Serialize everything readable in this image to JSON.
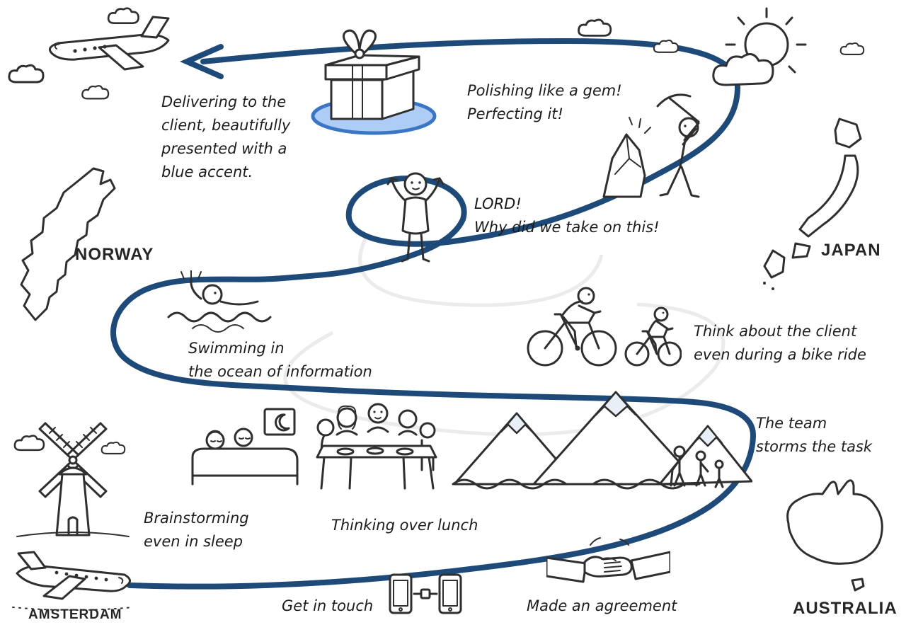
{
  "colors": {
    "path": "#1d4a78",
    "ink": "#2f2f2f",
    "accent_fill": "#aecdf6",
    "accent_stroke": "#3a76c4",
    "snow": "#e9eff6",
    "echo": "#dadada"
  },
  "captions": {
    "delivering": {
      "lines": [
        "Delivering to the",
        "client, beautifully",
        "presented with a",
        "blue accent."
      ]
    },
    "polishing": {
      "lines": [
        "Polishing like a gem!",
        "Perfecting it!"
      ]
    },
    "lord": {
      "lines": [
        "LORD!",
        "Why did we take on this!"
      ]
    },
    "swimming": {
      "lines": [
        "Swimming in",
        "the ocean of information"
      ]
    },
    "bike_ride": {
      "lines": [
        "Think about the client",
        "even during a bike ride"
      ]
    },
    "team": {
      "lines": [
        "The team",
        "storms the task"
      ]
    },
    "sleep": {
      "lines": [
        "Brainstorming",
        "even in sleep"
      ]
    },
    "lunch": {
      "lines": [
        "Thinking over lunch"
      ]
    },
    "touch": {
      "lines": [
        "Get in touch"
      ]
    },
    "agreement": {
      "lines": [
        "Made an agreement"
      ]
    }
  },
  "places": {
    "norway": "NORWAY",
    "japan": "JAPAN",
    "amsterdam": "AMSTERDAM",
    "australia": "AUSTRALIA"
  },
  "icons": {
    "journey_path": "journey-path-arrow",
    "plane_top": "airplane-flying-icon",
    "plane_bottom": "airplane-airport-icon",
    "gift": "gift-box-on-blue-stand-icon",
    "sun": "sun-behind-cloud-icon",
    "cloud": "cloud-icon",
    "celebrant": "person-celebrating-icon",
    "miner": "person-mining-gem-icon",
    "swimmer": "person-swimming-icon",
    "cyclists": "adult-and-child-cycling-icon",
    "mountains": "mountains-with-hikers-icon",
    "windmill": "windmill-icon",
    "sleep": "couple-sleeping-icon",
    "lunch": "team-lunch-table-icon",
    "handshake": "handshake-icon",
    "phones": "connected-phones-icon",
    "map_norway": "norway-map-icon",
    "map_japan": "japan-map-icon",
    "map_australia": "australia-map-icon"
  }
}
